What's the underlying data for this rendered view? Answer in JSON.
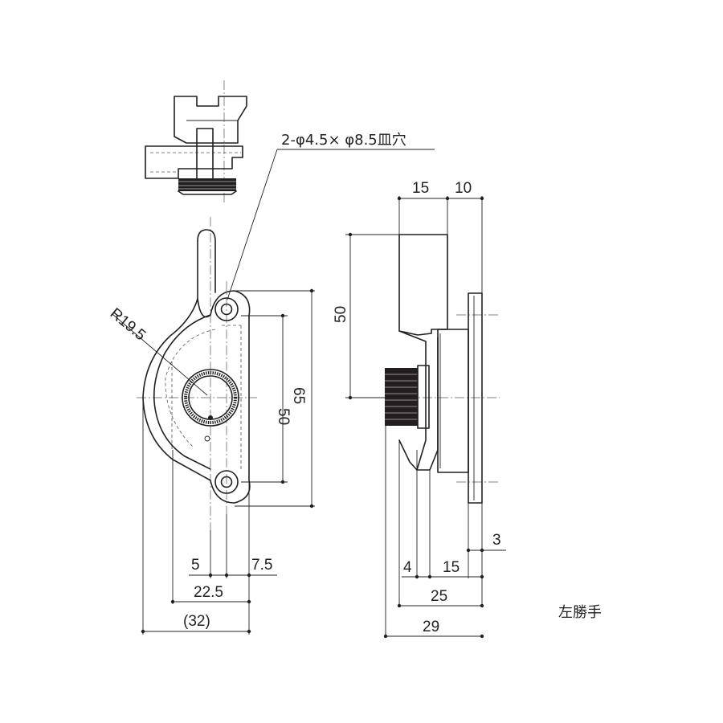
{
  "labels": {
    "hole_spec": "2-φ4.5× φ8.5皿穴",
    "radius": "R19.5",
    "side_top_15": "15",
    "side_top_10": "10",
    "side_height_50": "50",
    "front_height_50": "50",
    "front_height_65": "65",
    "side_bottom_3": "3",
    "front_5": "5",
    "front_7_5": "7.5",
    "front_22_5": "22.5",
    "front_32": "(32)",
    "side_4": "4",
    "side_15": "15",
    "side_25": "25",
    "side_29": "29",
    "handedness": "左勝手"
  }
}
